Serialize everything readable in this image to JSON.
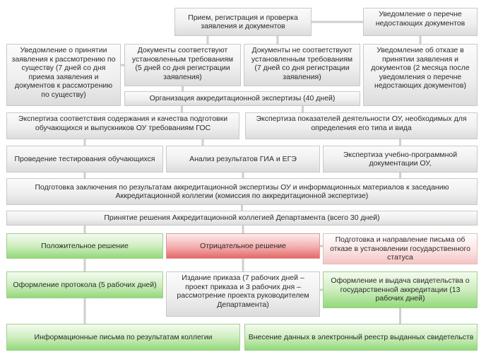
{
  "nodes": [
    {
      "id": "n1",
      "key": "reception",
      "text": "Прием, регистрация и проверка заявления и документов",
      "style": "bold"
    },
    {
      "id": "n2",
      "key": "notice-missing",
      "text": "Уведомление о перечне недостающих документов",
      "style": ""
    },
    {
      "id": "n3",
      "key": "notice-accept",
      "text": "Уведомление о принятии заявления к рассмотрению по существу (7 дней со дня приема заявления и документов к рассмотрению по существу)",
      "style": ""
    },
    {
      "id": "n4",
      "key": "docs-comply",
      "text": "Документы соответствуют установленным требованиям (5 дней со дня регистрации заявления)",
      "style": ""
    },
    {
      "id": "n5",
      "key": "docs-not-comply",
      "text": "Документы не соответствуют установленным требованиям (7 дней со дня регистрации заявления)",
      "style": ""
    },
    {
      "id": "n6",
      "key": "notice-refusal",
      "text": "Уведомление об отказе в принятии заявления и документов (2 месяца после уведомления о перечне недостающих документов)",
      "style": ""
    },
    {
      "id": "n7",
      "key": "org-expertise",
      "text": "Организация аккредитационной экспертизы (40 дней)",
      "style": ""
    },
    {
      "id": "n8",
      "key": "expertise-content",
      "text": "Экспертиза соответствия содержания и качества подготовки обучающихся и выпускников ОУ требованиям ГОС",
      "style": ""
    },
    {
      "id": "n9",
      "key": "expertise-indicators",
      "text": "Экспертиза показателей деятельности ОУ, необходимых для определения его типа и вида",
      "style": ""
    },
    {
      "id": "n10",
      "key": "testing",
      "text": "Проведение тестирования обучающихся",
      "style": ""
    },
    {
      "id": "n11",
      "key": "gia-analysis",
      "text": "Анализ результатов ГИА и ЕГЭ",
      "style": ""
    },
    {
      "id": "n12",
      "key": "expertise-docs",
      "text": "Экспертиза учебно-программной документации ОУ,",
      "style": ""
    },
    {
      "id": "n13",
      "key": "prepare-conclusion",
      "text": "Подготовка заключения по результатам аккредитационной экспертизы ОУ и информационных материалов к заседанию Аккредитационной коллегии (комиссия по аккредитационной экспертизе)",
      "style": ""
    },
    {
      "id": "n14",
      "key": "decision",
      "text": "Принятие решения Аккредитационной коллегией Департамента (всего 30 дней)",
      "style": ""
    },
    {
      "id": "n15",
      "key": "positive",
      "text": "Положительное решение",
      "style": "green"
    },
    {
      "id": "n16",
      "key": "negative",
      "text": "Отрицательное решение",
      "style": "red"
    },
    {
      "id": "n17",
      "key": "refusal-letter",
      "text": "Подготовка и направление письма об отказе в установлении государственного статуса",
      "style": "pink"
    },
    {
      "id": "n18",
      "key": "protocol",
      "text": "Оформление протокола (5 рабочих дней)",
      "style": "green"
    },
    {
      "id": "n19",
      "key": "order",
      "text": "Издание приказа (7 рабочих дней – проект приказа и 3 рабочих дня – рассмотрение проекта руководителем Департамента)",
      "style": ""
    },
    {
      "id": "n20",
      "key": "certificate",
      "text": "Оформление и выдача свидетельства о государственной аккредитации (13 рабочих дней)",
      "style": "green"
    },
    {
      "id": "n21",
      "key": "info-letters",
      "text": "Информационные письма по результатам коллегии",
      "style": "green"
    },
    {
      "id": "n22",
      "key": "registry",
      "text": "Внесение данных в электронный реестр выданных свидетельств",
      "style": "green"
    }
  ],
  "links": [
    [
      "n1",
      "n2"
    ],
    [
      "n1",
      "n4"
    ],
    [
      "n1",
      "n5"
    ],
    [
      "n2",
      "n6"
    ],
    [
      "n4",
      "n3"
    ],
    [
      "n4",
      "n7"
    ],
    [
      "n7",
      "n8"
    ],
    [
      "n7",
      "n9"
    ],
    [
      "n8",
      "n10"
    ],
    [
      "n8",
      "n11"
    ],
    [
      "n9",
      "n12"
    ],
    [
      "n10",
      "n13"
    ],
    [
      "n11",
      "n13"
    ],
    [
      "n12",
      "n13"
    ],
    [
      "n13",
      "n14"
    ],
    [
      "n14",
      "n15"
    ],
    [
      "n14",
      "n16"
    ],
    [
      "n16",
      "n17"
    ],
    [
      "n15",
      "n18"
    ],
    [
      "n15",
      "n19"
    ],
    [
      "n19",
      "n20"
    ],
    [
      "n18",
      "n21"
    ],
    [
      "n20",
      "n22"
    ]
  ]
}
